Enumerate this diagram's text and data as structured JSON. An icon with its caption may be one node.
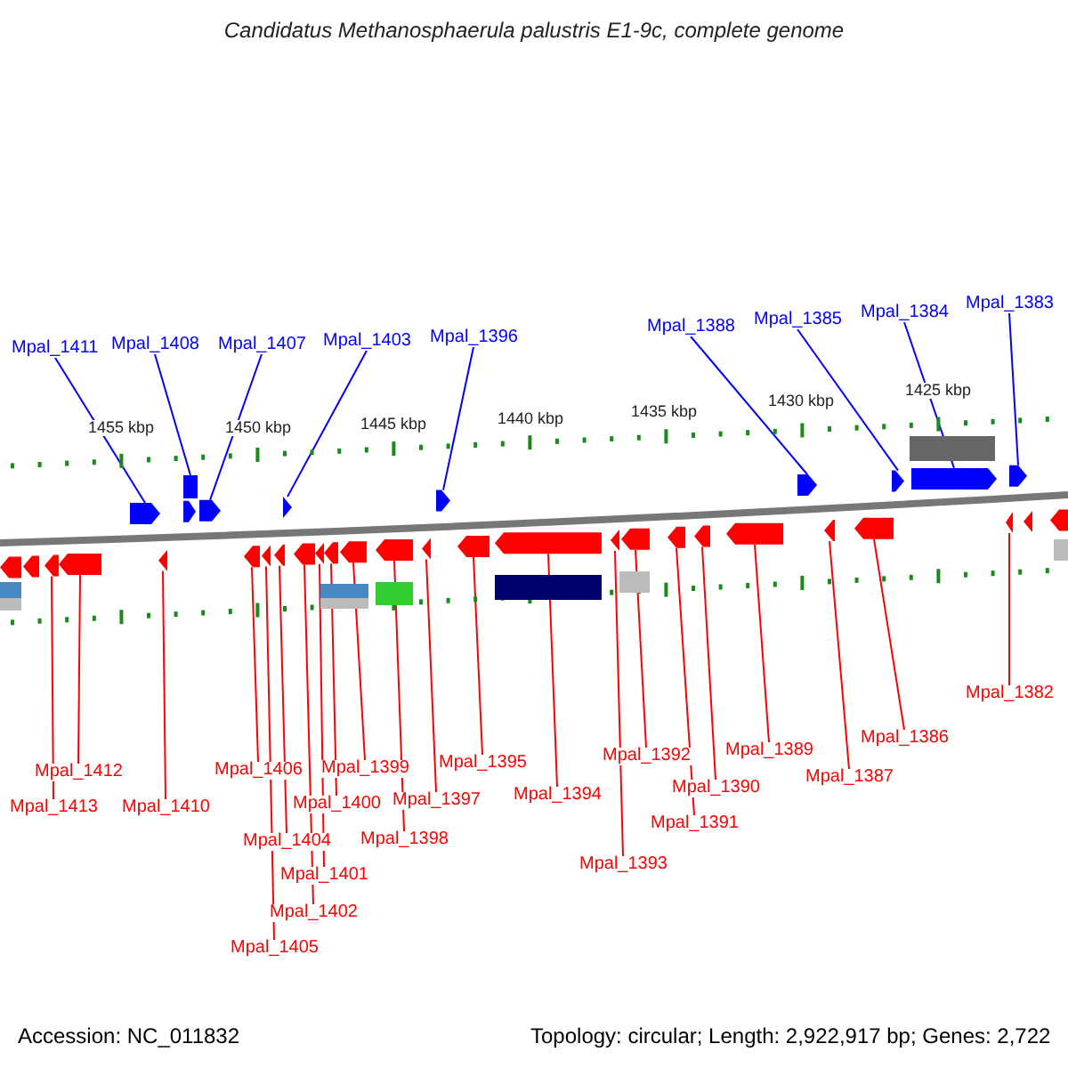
{
  "diagram": {
    "title": "Candidatus Methanosphaerula palustris E1-9c, complete genome",
    "nodes": [
      {
        "text": [
          "Mpal_1411"
        ]
      },
      {
        "text": [
          "Mpal_1408"
        ]
      },
      {
        "text": [
          "Mpal_1407"
        ]
      },
      {
        "text": [
          "Mpal_1403"
        ]
      },
      {
        "text": [
          "Mpal_1396"
        ]
      },
      {
        "text": [
          "Mpal_1388"
        ]
      },
      {
        "text": [
          "Mpal_1385"
        ]
      },
      {
        "text": [
          "Mpal_1384"
        ]
      },
      {
        "text": [
          "Mpal_1383"
        ]
      },
      {
        "text": [
          "Mpal_1413"
        ]
      },
      {
        "text": [
          "Mpal_1412"
        ]
      },
      {
        "text": [
          "Mpal_1410"
        ]
      },
      {
        "text": [
          "Mpal_1406"
        ]
      },
      {
        "text": [
          "Mpal_1405"
        ]
      },
      {
        "text": [
          "Mpal_1404"
        ]
      },
      {
        "text": [
          "Mpal_1402"
        ]
      },
      {
        "text": [
          "Mpal_1401"
        ]
      },
      {
        "text": [
          "Mpal_1400"
        ]
      },
      {
        "text": [
          "Mpal_1399"
        ]
      },
      {
        "text": [
          "Mpal_1398"
        ]
      },
      {
        "text": [
          "Mpal_1397"
        ]
      },
      {
        "text": [
          "Mpal_1395"
        ]
      },
      {
        "text": [
          "Mpal_1394"
        ]
      },
      {
        "text": [
          "Mpal_1393"
        ]
      },
      {
        "text": [
          "Mpal_1392"
        ]
      },
      {
        "text": [
          "Mpal_1391"
        ]
      },
      {
        "text": [
          "Mpal_1390"
        ]
      },
      {
        "text": [
          "Mpal_1389"
        ]
      },
      {
        "text": [
          "Mpal_1387"
        ]
      },
      {
        "text": [
          "Mpal_1386"
        ]
      },
      {
        "text": [
          "Mpal_1382"
        ]
      },
      {
        "text": [],
        "shape": "bar"
      },
      {
        "text": [],
        "shape": "bar"
      },
      {
        "text": [],
        "shape": "bar"
      },
      {
        "text": [],
        "shape": "bar"
      },
      {
        "text": [],
        "shape": "bar"
      },
      {
        "text": [],
        "shape": "bar"
      },
      {
        "text": [],
        "shape": "bar"
      },
      {
        "text": [],
        "shape": "bar"
      },
      {
        "text": [],
        "shape": "bar"
      },
      {
        "text": [],
        "shape": "bar"
      },
      {
        "text": [],
        "shape": "bar"
      },
      {
        "text": [],
        "shape": "bar"
      },
      {
        "text": [],
        "shape": "bar"
      },
      {
        "text": [],
        "shape": "bar"
      },
      {
        "text": [],
        "shape": "bar"
      },
      {
        "text": [],
        "shape": "bar"
      },
      {
        "text": [],
        "shape": "bar"
      },
      {
        "text": [],
        "shape": "bar"
      },
      {
        "text": [],
        "shape": "bar"
      },
      {
        "text": [],
        "shape": "bar"
      },
      {
        "text": [],
        "shape": "bar"
      },
      {
        "text": [],
        "shape": "bar"
      },
      {
        "text": [],
        "shape": "bar"
      },
      {
        "text": [],
        "shape": "bar"
      },
      {
        "text": [],
        "shape": "bar"
      },
      {
        "text": [],
        "shape": "bar"
      },
      {
        "text": [],
        "shape": "bar"
      },
      {
        "text": [],
        "shape": "bar"
      },
      {
        "text": [],
        "shape": "bar"
      },
      {
        "text": [],
        "shape": "bar"
      },
      {
        "text": [],
        "shape": "bar"
      }
    ],
    "edges": [
      {
        "from": 0,
        "to": 31,
        "arrow": "none",
        "color": "#0000ff"
      },
      {
        "from": 1,
        "to": 32,
        "arrow": "none",
        "color": "#0000ff"
      },
      {
        "from": 2,
        "to": 33,
        "arrow": "none",
        "color": "#0000ff"
      },
      {
        "from": 3,
        "to": 34,
        "arrow": "none",
        "color": "#0000ff"
      },
      {
        "from": 4,
        "to": 35,
        "arrow": "none",
        "color": "#0000ff"
      },
      {
        "from": 5,
        "to": 36,
        "arrow": "none",
        "color": "#0000ff"
      },
      {
        "from": 6,
        "to": 37,
        "arrow": "none",
        "color": "#0000ff"
      },
      {
        "from": 7,
        "to": 38,
        "arrow": "none",
        "color": "#0000ff"
      },
      {
        "from": 8,
        "to": 39,
        "arrow": "none",
        "color": "#0000ff"
      },
      {
        "from": 9,
        "to": 40,
        "arrow": "none"
      },
      {
        "from": 10,
        "to": 41,
        "arrow": "none"
      },
      {
        "from": 11,
        "to": 42,
        "arrow": "none"
      },
      {
        "from": 12,
        "to": 43,
        "arrow": "none"
      },
      {
        "from": 13,
        "to": 44,
        "arrow": "none"
      },
      {
        "from": 14,
        "to": 45,
        "arrow": "none"
      },
      {
        "from": 15,
        "to": 46,
        "arrow": "none"
      },
      {
        "from": 16,
        "to": 47,
        "arrow": "none"
      },
      {
        "from": 17,
        "to": 48,
        "arrow": "none"
      },
      {
        "from": 18,
        "to": 49,
        "arrow": "none"
      },
      {
        "from": 19,
        "to": 50,
        "arrow": "none"
      },
      {
        "from": 20,
        "to": 51,
        "arrow": "none"
      },
      {
        "from": 21,
        "to": 52,
        "arrow": "none"
      },
      {
        "from": 22,
        "to": 53,
        "arrow": "none"
      },
      {
        "from": 23,
        "to": 54,
        "arrow": "none"
      },
      {
        "from": 24,
        "to": 55,
        "arrow": "none"
      },
      {
        "from": 25,
        "to": 56,
        "arrow": "none"
      },
      {
        "from": 26,
        "to": 57,
        "arrow": "none"
      },
      {
        "from": 27,
        "to": 58,
        "arrow": "none"
      },
      {
        "from": 28,
        "to": 59,
        "arrow": "none"
      },
      {
        "from": 29,
        "to": 60,
        "arrow": "none"
      },
      {
        "from": 30,
        "to": 61,
        "arrow": "none"
      }
    ],
    "labels": [
      "1455 kbp",
      "1450 kbp",
      "1445 kbp",
      "1440 kbp",
      "1435 kbp",
      "1430 kbp",
      "1425 kbp",
      "Accession: NC_011832",
      "Topology: circular; Length: 2,922,917 bp; Genes: 2,722"
    ]
  }
}
